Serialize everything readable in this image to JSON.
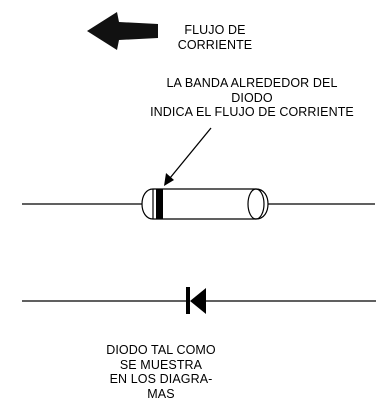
{
  "colors": {
    "background": "#ffffff",
    "ink": "#000000",
    "arrow": "#111111"
  },
  "labels": {
    "current_flow": {
      "lines": [
        "FLUJO DE",
        "CORRIENTE"
      ]
    },
    "band_note": {
      "lines": [
        "LA BANDA ALREDEDOR DEL",
        "DIODO",
        "INDICA EL FLUJO DE CORRIENTE"
      ]
    },
    "schematic_note": {
      "lines": [
        "DIODO TAL COMO",
        "SE MUESTRA",
        "EN LOS DIAGRA-",
        "MAS"
      ]
    }
  },
  "icons": {
    "current_direction": "left-arrow-icon",
    "diode_component": "axial-diode-icon",
    "diode_schematic": "diode-symbol-icon"
  }
}
